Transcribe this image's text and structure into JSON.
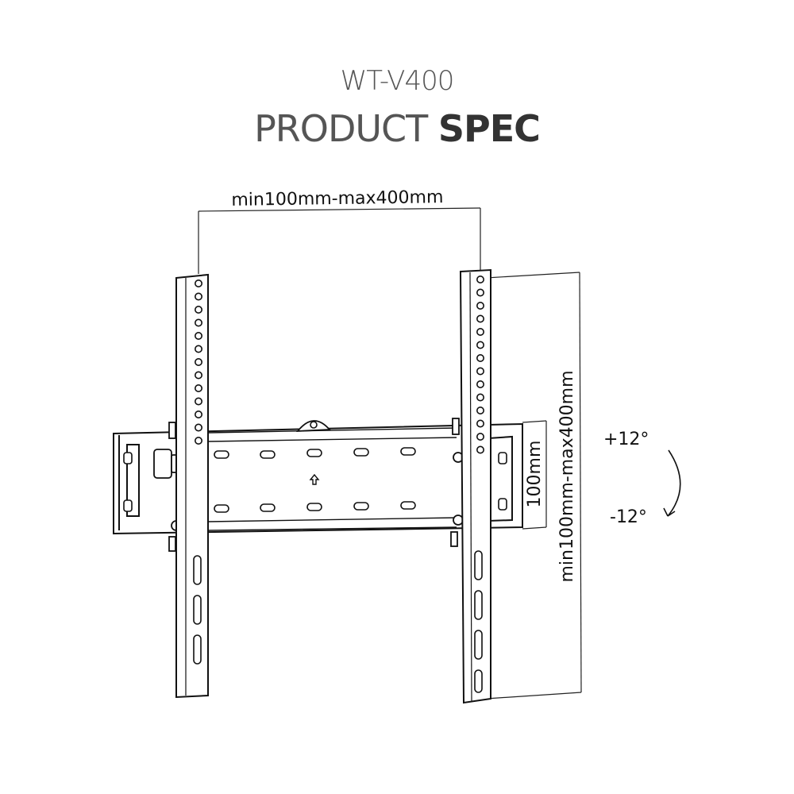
{
  "header": {
    "model": "WT-V400",
    "title_light": "PRODUCT",
    "title_bold": "SPEC"
  },
  "dimensions": {
    "horizontal": "min100mm-max400mm",
    "vertical": "min100mm-max400mm",
    "plate_height": "100mm"
  },
  "tilt": {
    "up": "+12°",
    "down": "-12°"
  },
  "icons": {
    "arrow": "up-arrow-icon"
  }
}
